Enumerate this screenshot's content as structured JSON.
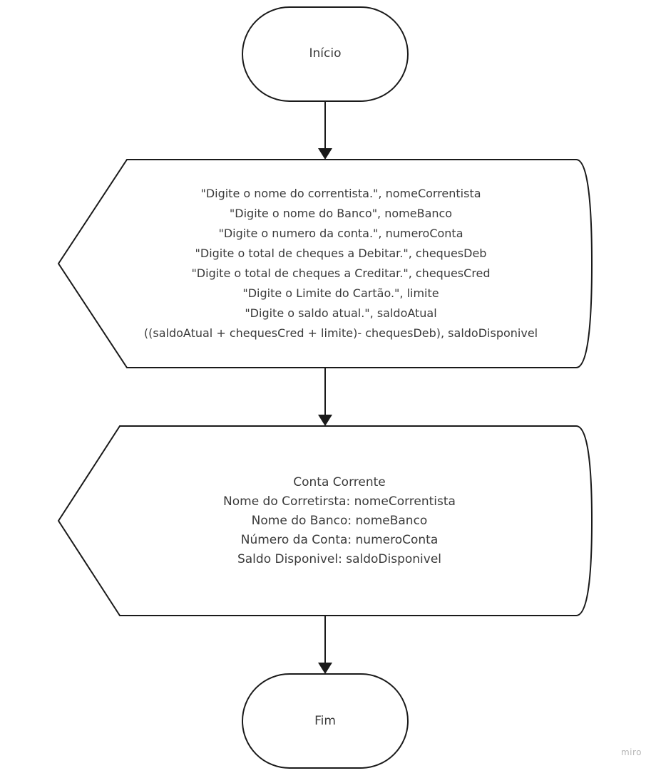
{
  "nodes": {
    "start": {
      "label": "Início"
    },
    "input": {
      "lines": [
        "\"Digite o nome do correntista.\", nomeCorrentista",
        "\"Digite o nome do Banco\", nomeBanco",
        "\"Digite o numero da conta.\", numeroConta",
        "\"Digite o total de cheques a Debitar.\", chequesDeb",
        "\"Digite o total de cheques a Creditar.\", chequesCred",
        "\"Digite o Limite do Cartão.\", limite",
        "\"Digite o saldo atual.\", saldoAtual",
        "((saldoAtual + chequesCred + limite)- chequesDeb), saldoDisponivel"
      ]
    },
    "output": {
      "lines": [
        "Conta Corrente",
        "Nome do Corretirsta: nomeCorrentista",
        "Nome do Banco: nomeBanco",
        "Número da Conta: numeroConta",
        "Saldo Disponivel: saldoDisponivel"
      ]
    },
    "end": {
      "label": "Fim"
    }
  },
  "watermark": "miro",
  "colors": {
    "stroke": "#1a1a1a",
    "text": "#3a3a3a",
    "background": "#ffffff",
    "watermark": "#b5b5b5"
  }
}
